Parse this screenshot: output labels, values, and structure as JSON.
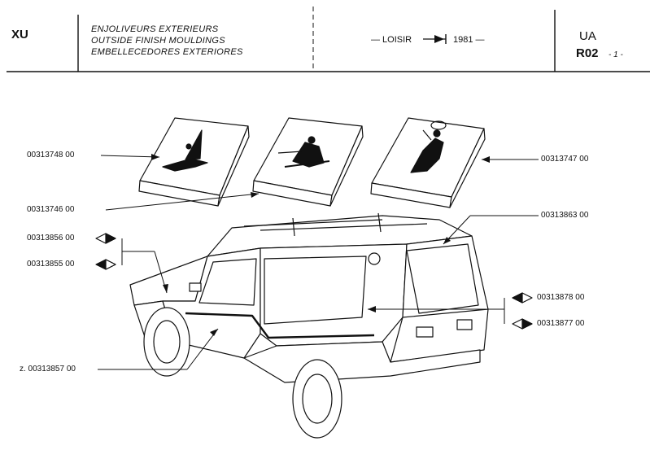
{
  "header": {
    "model": "XU",
    "title_fr": "ENJOLIVEURS EXTERIEURS",
    "title_en": "OUTSIDE FINISH MOULDINGS",
    "title_es": "EMBELLECEDORES EXTERIORES",
    "version_prefix": "— LOISIR",
    "version_year": "1981 —",
    "group": "UA",
    "ref": "R02",
    "page": "- 1 -"
  },
  "parts": [
    {
      "number": "00313748 00"
    },
    {
      "number": "00313746 00"
    },
    {
      "number": "00313747 00"
    },
    {
      "number": "00313863 00"
    },
    {
      "number": "00313856 00"
    },
    {
      "number": "00313855 00"
    },
    {
      "number": "00313878 00"
    },
    {
      "number": "00313877 00"
    },
    {
      "number": "z. 00313857 00"
    }
  ]
}
